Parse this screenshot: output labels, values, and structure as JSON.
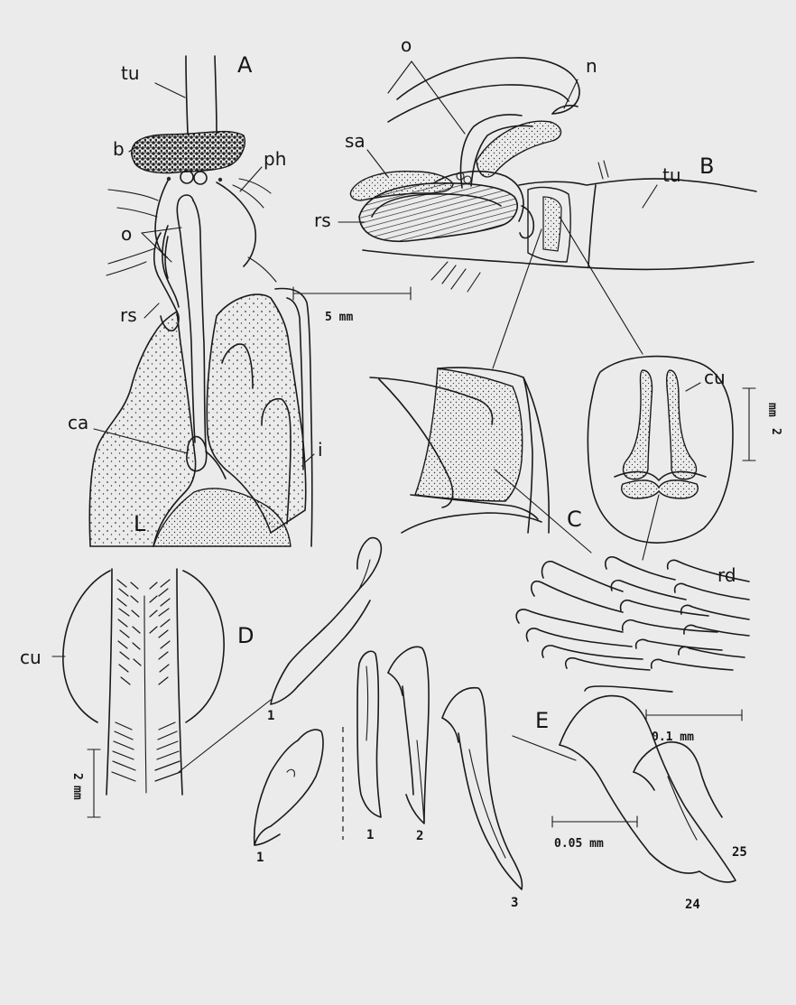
{
  "figure": {
    "panels": {
      "a": "A",
      "b": "B",
      "c": "C",
      "d": "D",
      "e": "E"
    },
    "labels": {
      "tu_a": "tu",
      "b": "b",
      "ph": "ph",
      "o_a": "o",
      "rs_a": "rs",
      "ca": "ca",
      "i": "i",
      "L": "L",
      "o_b": "o",
      "n": "n",
      "sa": "sa",
      "tu_b": "tu",
      "rs_b": "rs",
      "cu_c": "cu",
      "rd": "rd",
      "cu_d": "cu"
    },
    "tooth_numbers": {
      "t1a": "1",
      "t1b": "1",
      "t1c": "1",
      "t2": "2",
      "t3": "3",
      "t24": "24",
      "t25": "25"
    },
    "scale_bars": {
      "s5mm": "5 mm",
      "s2mm_c_num": "2",
      "s2mm_c_unit": "mm",
      "s01mm": "0.1 mm",
      "s2mm_d_num": "2",
      "s2mm_d_unit": "mm",
      "s005mm": "0.05 mm"
    }
  }
}
